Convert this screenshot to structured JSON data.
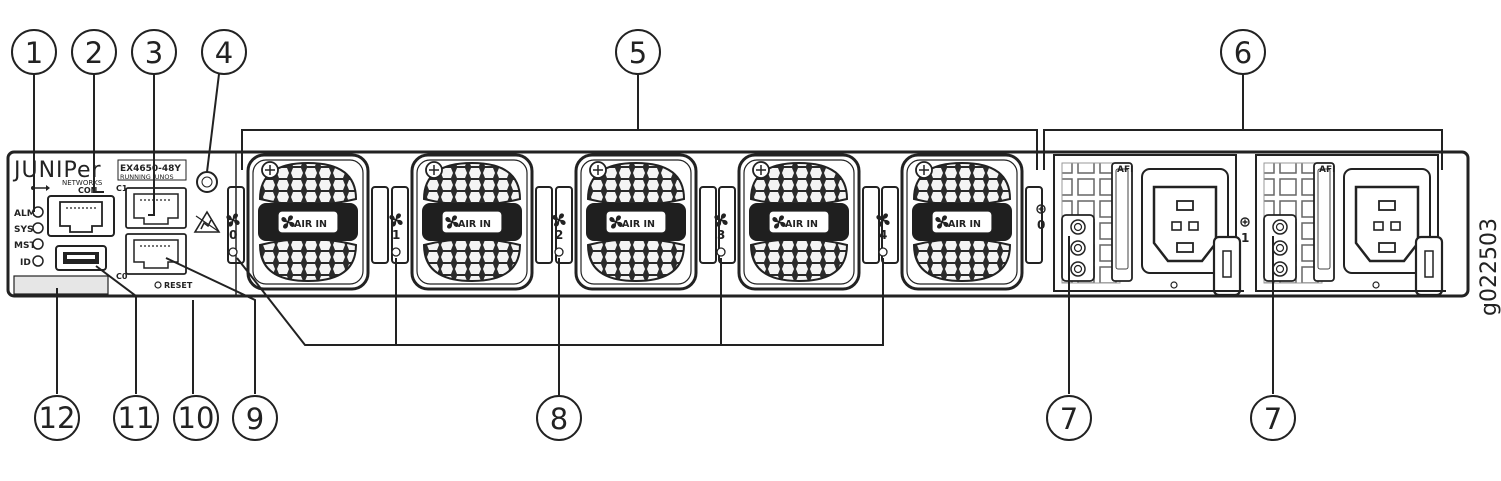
{
  "figure_id": "g022503",
  "brand": {
    "logo": "JUNIPer",
    "sub": "NETWORKS"
  },
  "model": {
    "name": "EX4650-48Y",
    "sub": "RUNNING JUNOS"
  },
  "leds": [
    "ALM",
    "SYS",
    "MST",
    "ID"
  ],
  "port_labels": {
    "con": "CON",
    "c1": "C1",
    "c0": "C0",
    "reset": "RESET"
  },
  "fans": {
    "air_in": "AIR IN",
    "numbers": [
      "0",
      "1",
      "2",
      "3",
      "4"
    ]
  },
  "psus": {
    "afi": "AFI",
    "numbers": [
      "0",
      "1"
    ]
  },
  "callouts": [
    "1",
    "2",
    "3",
    "4",
    "5",
    "6",
    "7",
    "7",
    "8",
    "9",
    "10",
    "11",
    "12"
  ]
}
